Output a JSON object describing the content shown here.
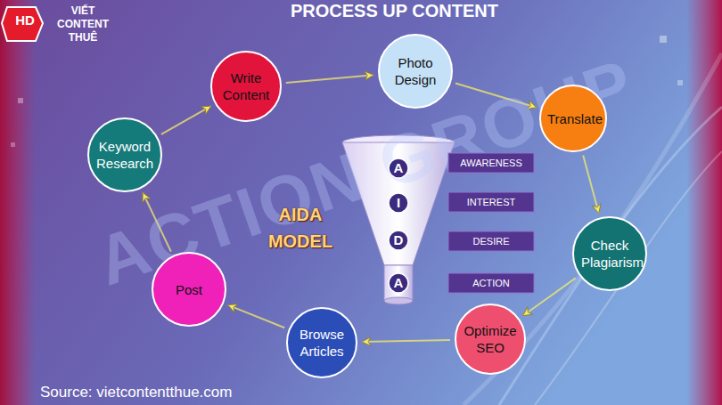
{
  "diagram": {
    "title": "PROCESS UP CONTENT",
    "caption": "Source: vietcontentthue.com",
    "nodes": [
      {
        "text": [
          "Keyword Research"
        ]
      },
      {
        "text": [
          "Write Content"
        ]
      },
      {
        "text": [
          "Photo Design"
        ]
      },
      {
        "text": [
          "Translate"
        ]
      },
      {
        "text": [
          "Check Plagiarism"
        ]
      },
      {
        "text": [
          "Optimize SEO"
        ]
      },
      {
        "text": [
          "Browse Articles"
        ]
      },
      {
        "text": [
          "Post"
        ]
      },
      {
        "text": [
          "A"
        ]
      },
      {
        "text": [
          "AWARENESS"
        ]
      },
      {
        "text": [
          "I"
        ]
      },
      {
        "text": [
          "INTEREST"
        ]
      },
      {
        "text": [
          "D"
        ]
      },
      {
        "text": [
          "DESIRE"
        ]
      },
      {
        "text": [
          "A"
        ]
      },
      {
        "text": [
          "ACTION"
        ]
      }
    ],
    "edges": [
      {
        "from": 0,
        "to": 1,
        "arrow": "to"
      },
      {
        "from": 1,
        "to": 2,
        "arrow": "to"
      },
      {
        "from": 2,
        "to": 3,
        "arrow": "to"
      },
      {
        "from": 3,
        "to": 4,
        "arrow": "to"
      },
      {
        "from": 4,
        "to": 5,
        "arrow": "to"
      },
      {
        "from": 5,
        "to": 6,
        "arrow": "to"
      },
      {
        "from": 6,
        "to": 7,
        "arrow": "to"
      },
      {
        "from": 7,
        "to": 0,
        "arrow": "to"
      }
    ],
    "labels": [
      "ACTION GROUP",
      "HD",
      "VIẾT CONTENT THUÊ",
      "AIDA MODEL"
    ]
  }
}
